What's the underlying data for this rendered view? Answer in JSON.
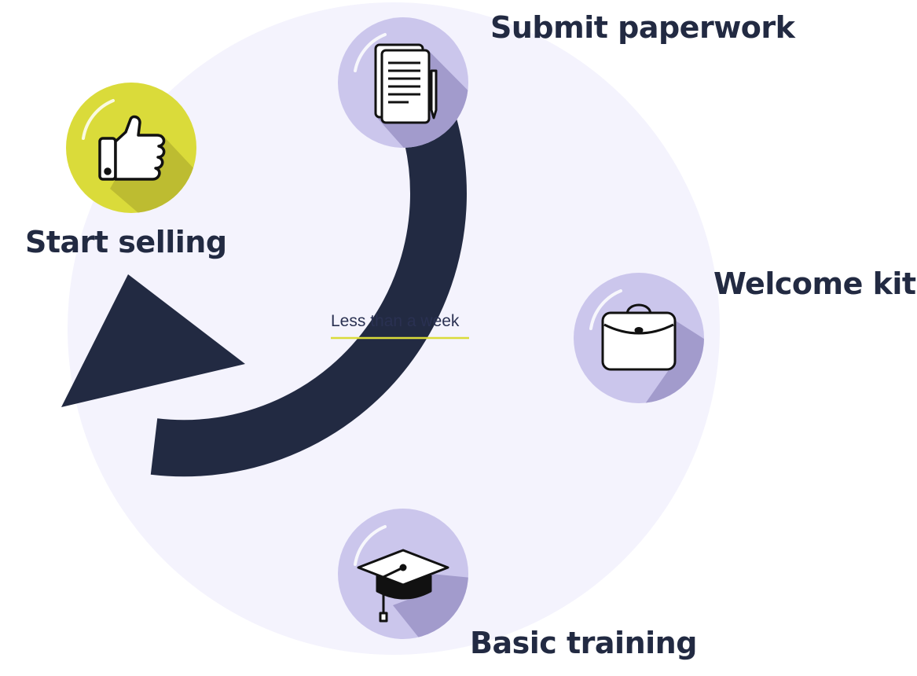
{
  "center": {
    "text": "Less than a week"
  },
  "steps": [
    {
      "id": "submit-paperwork",
      "label": "Submit paperwork",
      "icon": "document-icon"
    },
    {
      "id": "welcome-kit",
      "label": "Welcome kit",
      "icon": "briefcase-icon"
    },
    {
      "id": "basic-training",
      "label": "Basic training",
      "icon": "graduation-cap-icon"
    },
    {
      "id": "start-selling",
      "label": "Start selling",
      "icon": "thumbs-up-icon"
    }
  ],
  "colors": {
    "background_disc": "#f4f3fd",
    "arrow": "#222a42",
    "step_circle": "#cbc6ec",
    "step_shadow": "#a29bcc",
    "final_circle": "#dadb3a",
    "final_shadow": "#bdbc31",
    "underline": "#dadb3a",
    "text": "#222a42"
  }
}
